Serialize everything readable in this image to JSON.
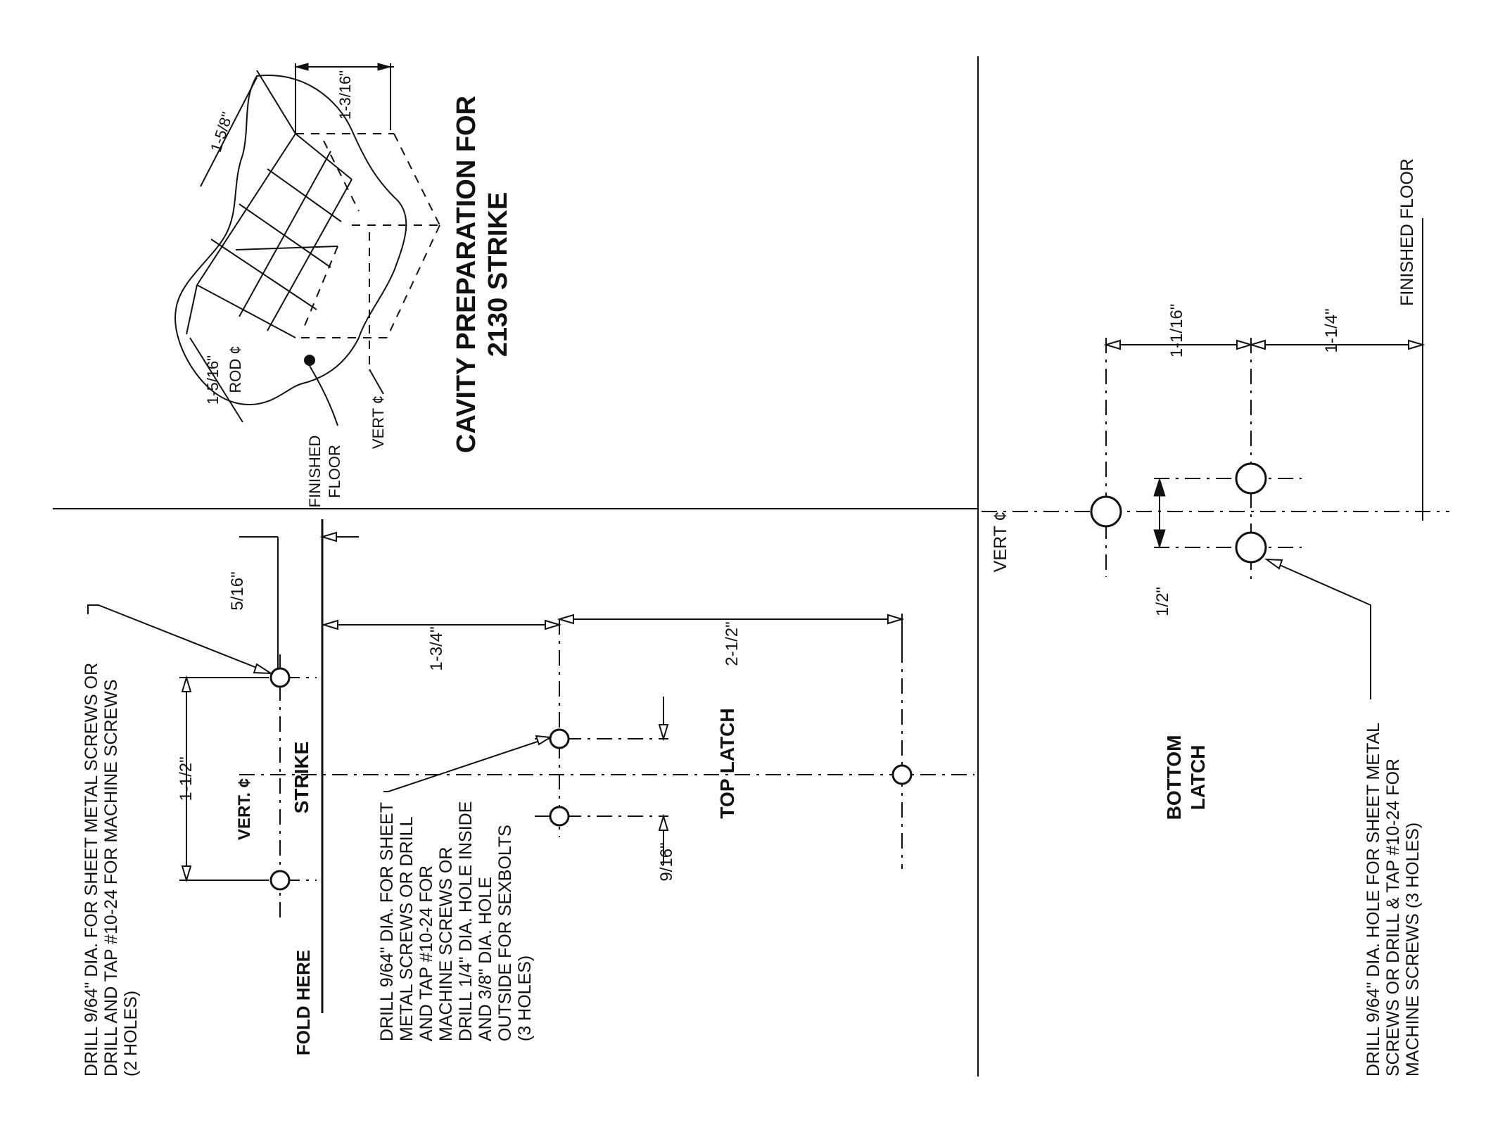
{
  "top_latch": {
    "strike_label": "STRIKE",
    "vert_cl_label": "VERT. ¢",
    "fold_label": "FOLD HERE",
    "section_label": "TOP LATCH",
    "dim_5_16": "5/16\"",
    "dim_1_3_4": "1-3/4\"",
    "dim_2_1_2": "2-1/2\"",
    "dim_1_1_2": "1-1/2\"",
    "dim_9_16": "9/16\"",
    "note_strike": [
      "DRILL 9/64\" DIA. FOR SHEET METAL SCREWS OR",
      "DRILL AND TAP #10-24 FOR MACHINE SCREWS",
      "(2 HOLES)"
    ],
    "note_latch": [
      "DRILL 9/64\" DIA. FOR SHEET",
      "METAL SCREWS OR DRILL",
      "AND TAP #10-24 FOR",
      "MACHINE SCREWS OR",
      "DRILL 1/4\" DIA. HOLE INSIDE",
      "AND 3/8\" DIA. HOLE",
      "OUTSIDE FOR SEXBOLTS",
      "(3 HOLES)"
    ]
  },
  "cavity": {
    "title_line1": "CAVITY PREPARATION FOR",
    "title_line2": "2130 STRIKE",
    "dim_1_3_16": "1-3/16\"",
    "dim_1_5_8": "1-5/8\"",
    "dim_1_5_16": "1-5/16\"",
    "rod_cl_label": "ROD ¢",
    "vert_cl_label": "VERT ¢",
    "finished_floor_line1": "FINISHED",
    "finished_floor_line2": "FLOOR"
  },
  "bottom_latch": {
    "section_line1": "BOTTOM",
    "section_line2": "LATCH",
    "vert_cl_label": "VERT ¢",
    "finished_floor_label": "FINISHED FLOOR",
    "dim_1_1_16": "1-1/16\"",
    "dim_1_1_4": "1-1/4\"",
    "dim_1_2": "1/2\"",
    "note": [
      "DRILL 9/64\" DIA. HOLE FOR SHEET METAL",
      "SCREWS OR DRILL & TAP #10-24 FOR",
      "MACHINE SCREWS (3 HOLES)"
    ]
  }
}
